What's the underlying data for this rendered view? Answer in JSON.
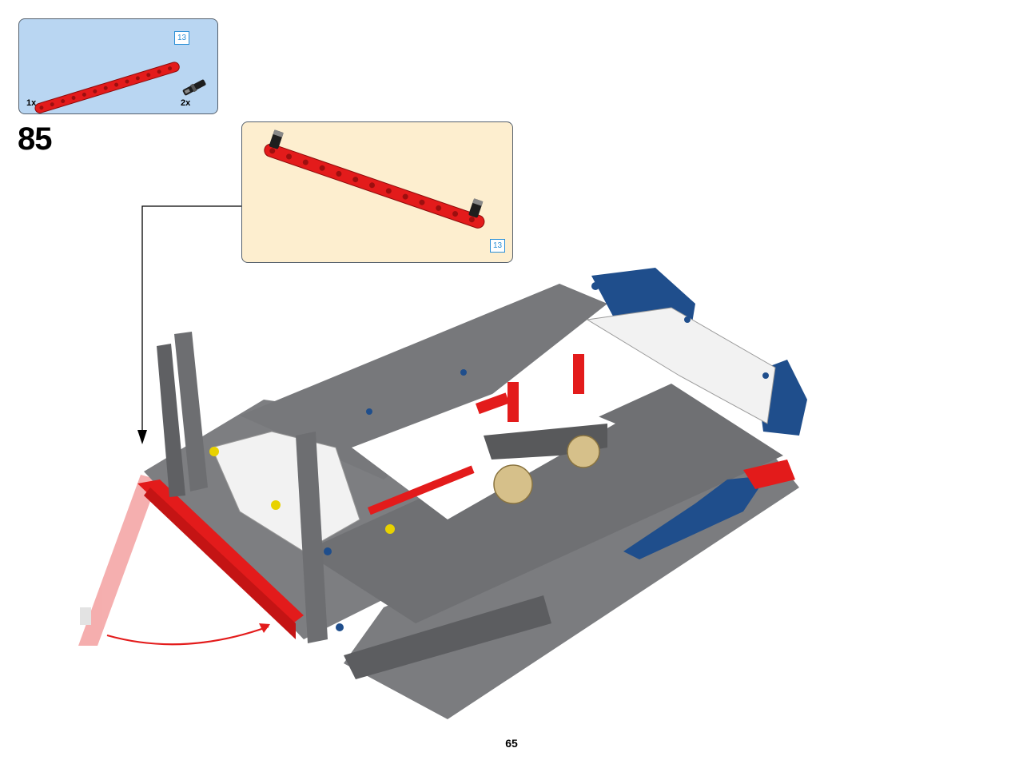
{
  "parts_list": {
    "items": [
      {
        "name": "red-beam-13",
        "quantity": "1x",
        "length_badge": "13",
        "color": "#e31b1b"
      },
      {
        "name": "black-friction-pin",
        "quantity": "2x",
        "color": "#1e1e1e"
      }
    ]
  },
  "step": {
    "number": "85"
  },
  "callout": {
    "length_badge": "13"
  },
  "page": {
    "number": "65"
  },
  "colors": {
    "parts_list_bg": "#b9d6f2",
    "callout_bg": "#fdeecf",
    "red": "#e31b1b",
    "dark_gray": "#6d6e71",
    "blue": "#1f4e8c",
    "white_part": "#f2f2f2",
    "tan": "#d6c08a",
    "arrow": "#e31b1b"
  }
}
